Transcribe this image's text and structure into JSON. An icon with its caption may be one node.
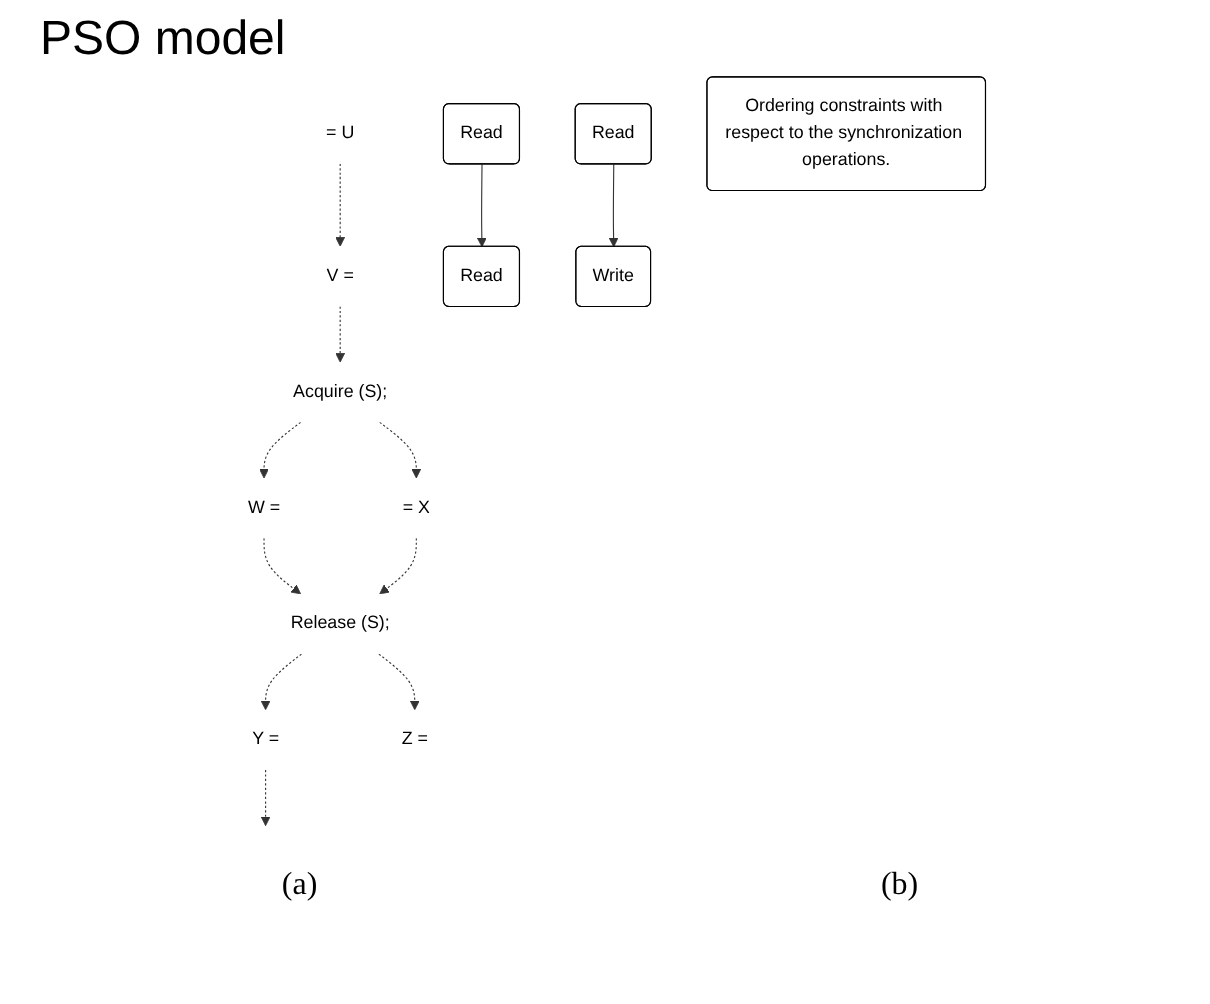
{
  "diagram": {
    "title": "PSO model",
    "nodes": [
      {
        "text": [
          "= U"
        ]
      },
      {
        "text": [
          "V ="
        ]
      },
      {
        "text": [
          "Acquire (S);"
        ]
      },
      {
        "text": [
          "W ="
        ]
      },
      {
        "text": [
          "= X"
        ]
      },
      {
        "text": [
          "Release (S);"
        ]
      },
      {
        "text": [
          "Y ="
        ]
      },
      {
        "text": [
          "Z ="
        ]
      },
      {
        "text": [
          "Read"
        ]
      },
      {
        "text": [
          "Read"
        ]
      },
      {
        "text": [
          "Read"
        ]
      },
      {
        "text": [
          "Write"
        ]
      },
      {
        "text": [
          "Ordering constraints with respect to the synchronization operations."
        ]
      }
    ],
    "edges": [
      {
        "from": 0,
        "to": 1,
        "arrow": "to",
        "style": "dashed"
      },
      {
        "from": 1,
        "to": 2,
        "arrow": "to",
        "style": "dashed"
      },
      {
        "from": 2,
        "to": 3,
        "arrow": "to",
        "style": "dashed"
      },
      {
        "from": 2,
        "to": 4,
        "arrow": "to",
        "style": "dashed"
      },
      {
        "from": 3,
        "to": 5,
        "arrow": "to",
        "style": "dashed"
      },
      {
        "from": 4,
        "to": 5,
        "arrow": "to",
        "style": "dashed"
      },
      {
        "from": 5,
        "to": 6,
        "arrow": "to",
        "style": "dashed"
      },
      {
        "from": 5,
        "to": 7,
        "arrow": "to",
        "style": "dashed"
      },
      {
        "from": 6,
        "to": null,
        "arrow": "to",
        "style": "dashed"
      },
      {
        "from": 8,
        "to": 9,
        "arrow": "to"
      },
      {
        "from": 10,
        "to": 11,
        "arrow": "to"
      }
    ],
    "labels": [
      "(a)",
      "(b)"
    ]
  }
}
